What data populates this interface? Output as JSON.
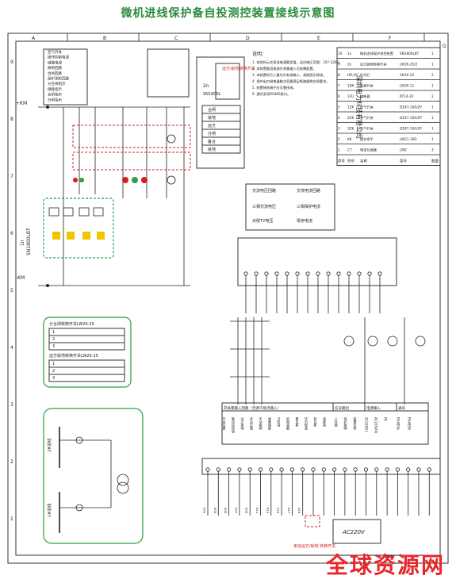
{
  "title": "微机进线保护备自投测控装置接线示意图",
  "watermark": "全球资源网",
  "top_columns": [
    "A",
    "B",
    "C",
    "D",
    "E",
    "F"
  ],
  "row_numbers": [
    "9",
    "8",
    "7",
    "6",
    "5",
    "4",
    "3",
    "2",
    "1"
  ],
  "side_letter": "G",
  "left_legend": [
    "空气开关",
    "操作控制电源",
    "储能电源",
    "跳闸回路",
    "合闸回路",
    "保护测控回路",
    "分合闸指示",
    "储能指示",
    "合闸指示",
    "分闸指示"
  ],
  "device_left": {
    "code": "1n",
    "model": "SN1800LBT"
  },
  "switch_device": {
    "code": "2n",
    "model": "SN1800L"
  },
  "switch_box_label": "远方/就地转换开关",
  "sw_table": [
    "合闸",
    "就地",
    "远方",
    "分闸",
    "备合",
    "就地"
  ],
  "notes_title": "说明：",
  "notes": [
    "1. 本图所示交直流电源额定值，适应电压范围：107-220V。",
    "2. 本装置备用电源开关量输入可按需配置。",
    "3. 本装置的开入量均为有源输入，请按图示接线。",
    "4. 保护出口继电器触点容量满足断路器跳合闸要求。",
    "5. 装置接地端子应可靠接地。",
    "6. 通讯采用RS485接口。"
  ],
  "bom_headers": [
    "序号",
    "符号",
    "名称",
    "型号",
    "数量"
  ],
  "bom_rows": [
    [
      "10",
      "1n",
      "微机进线保护测控装置",
      "SN1800LBT",
      "1"
    ],
    [
      "9",
      "2n",
      "远方就地转换开关",
      "LW26-25/2",
      "1"
    ],
    [
      "8",
      "HR,HG",
      "信号灯",
      "AD16-22",
      "2"
    ],
    [
      "7",
      "1QK",
      "转换开关",
      "LW26-11",
      "1"
    ],
    [
      "6",
      "1FU",
      "熔断器",
      "RT14-20",
      "2"
    ],
    [
      "5",
      "1ZK",
      "空气开关",
      "DZ47-10A/2P",
      "1"
    ],
    [
      "4",
      "2ZK",
      "空气开关",
      "DZ47-10A/2P",
      "1"
    ],
    [
      "3",
      "3ZK",
      "空气开关",
      "DZ47-10A/2P",
      "1"
    ],
    [
      "2",
      "KK",
      "操作把手",
      "LW21-16D",
      "1"
    ],
    [
      "1",
      "CT",
      "电流互感器",
      "LMZ",
      "3"
    ]
  ],
  "company": "深圳电力科技有限公司",
  "right_box": {
    "headers": [
      "交流电压回路",
      "交流电流回路"
    ],
    "rows": [
      "三相交流电压",
      "三相保护电流",
      "对侧TV电压",
      "零序电流"
    ]
  },
  "rotary_table_1": {
    "title": "分合闸转换开关LW26-25",
    "rows": [
      "1",
      "2",
      "3"
    ]
  },
  "rotary_table_2": {
    "title": "远方就地转换开关LW26-25",
    "rows": [
      "1",
      "2",
      "3"
    ]
  },
  "busbar_2": "2#进线",
  "busbar_1": "1#进线",
  "bottom_table_headers": [
    "开关量输入回路（无源干接点输入）",
    "信号输出",
    "电源输入",
    "通讯"
  ],
  "bottom_inputs": [
    "开关位置",
    "备自投闭锁",
    "远方就地",
    "合后位置",
    "手动跳闸",
    "弹簧储能",
    "过负荷",
    "低周减载",
    "重瓦斯",
    "压力释放",
    "轻瓦斯",
    "温度高"
  ],
  "bottom_outputs": [
    "公共端",
    "保护跳闸",
    "装置告警"
  ],
  "bottom_power": [
    "AC220V-L",
    "AC220V-N",
    "PE"
  ],
  "bottom_comm": [
    "RS485A",
    "RS485B"
  ],
  "ac_label": "AC220V",
  "bottom_red_label": "来自远方/就地 转换开关",
  "terminal_numbers": [
    "601",
    "603",
    "605",
    "607",
    "609",
    "611",
    "613",
    "615",
    "617",
    "619"
  ],
  "annotations": {
    "plus_km": "+KM",
    "minus_km": "-KM",
    "hr": "HR",
    "hg": "HG",
    "ct": "CT",
    "kk": "KK"
  },
  "colors": {
    "title": "#2a8a3a",
    "red": "#d42020",
    "green": "#2aa048",
    "line": "#222222"
  }
}
